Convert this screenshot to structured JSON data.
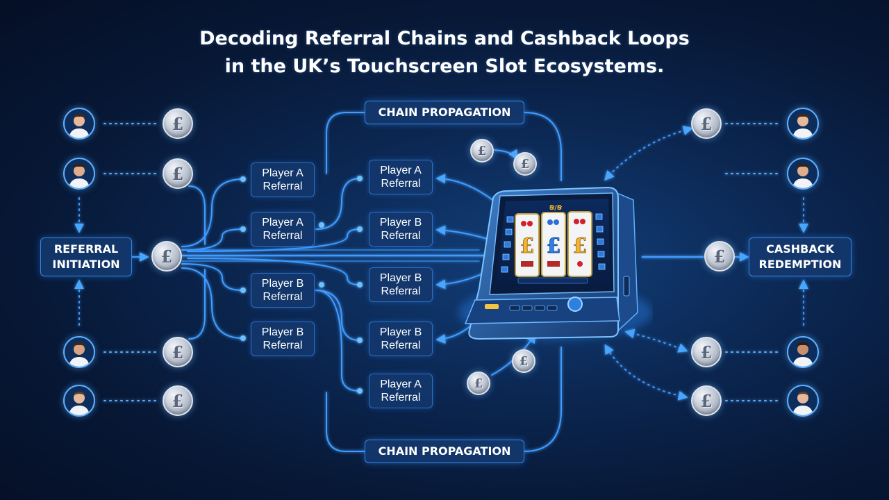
{
  "title": {
    "line1": "Decoding Referral Chains and Cashback Loops",
    "line2": "in the UK’s Touchscreen Slot Ecosystems."
  },
  "stages": {
    "referral_initiation": {
      "line1": "REFERRAL",
      "line2": "INITIATION"
    },
    "cashback_redemption": {
      "line1": "CASHBACK",
      "line2": "REDEMPTION"
    },
    "chain_propagation_top": "CHAIN PROPAGATION",
    "chain_propagation_bottom": "CHAIN PROPAGATION"
  },
  "referral_nodes": {
    "left": [
      {
        "line1": "Player A",
        "line2": "Referral"
      },
      {
        "line1": "Player A",
        "line2": "Referral"
      },
      {
        "line1": "Player B",
        "line2": "Referral"
      },
      {
        "line1": "Player B",
        "line2": "Referral"
      }
    ],
    "right": [
      {
        "line1": "Player A",
        "line2": "Referral"
      },
      {
        "line1": "Player B",
        "line2": "Referral"
      },
      {
        "line1": "Player B",
        "line2": "Referral"
      },
      {
        "line1": "Player B",
        "line2": "Referral"
      },
      {
        "line1": "Player A",
        "line2": "Referral"
      }
    ]
  },
  "coin_symbol": "£",
  "screen_header": "Ꞩ/Ꞩ",
  "reel_symbols": [
    "£",
    "£",
    "£"
  ],
  "icons": {
    "avatar": "person-avatar-icon",
    "coin": "pound-coin-icon",
    "machine": "touchscreen-slot-machine-icon"
  },
  "colors": {
    "background": "#071734",
    "accent": "#3a9bff",
    "coin": "#c3cbd8",
    "reel_gold": "#f5b52e"
  }
}
